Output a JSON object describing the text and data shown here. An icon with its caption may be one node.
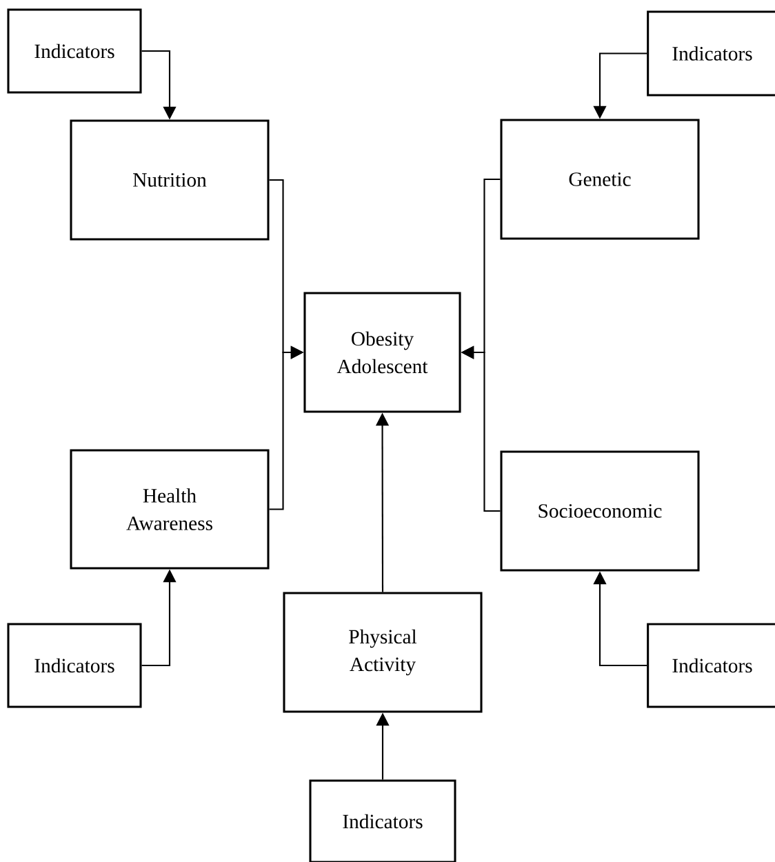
{
  "diagram": {
    "nodes": [
      {
        "text": [
          "Indicators"
        ]
      },
      {
        "text": [
          "Indicators"
        ]
      },
      {
        "text": [
          "Nutrition"
        ]
      },
      {
        "text": [
          "Genetic"
        ]
      },
      {
        "text": [
          "Obesity Adolescent"
        ]
      },
      {
        "text": [
          "Health Awareness"
        ]
      },
      {
        "text": [
          "Socioeconomic"
        ]
      },
      {
        "text": [
          "Indicators"
        ]
      },
      {
        "text": [
          "Physical Activity"
        ]
      },
      {
        "text": [
          "Indicators"
        ]
      },
      {
        "text": [
          "Indicators"
        ]
      }
    ],
    "edges": [
      {
        "from": 0,
        "to": 2,
        "arrow": "to"
      },
      {
        "from": 1,
        "to": 3,
        "arrow": "to"
      },
      {
        "from": 2,
        "to": 4,
        "arrow": "to"
      },
      {
        "from": 5,
        "to": 4,
        "arrow": "to"
      },
      {
        "from": 3,
        "to": 4,
        "arrow": "to"
      },
      {
        "from": 6,
        "to": 4,
        "arrow": "to"
      },
      {
        "from": 8,
        "to": 4,
        "arrow": "to"
      },
      {
        "from": 7,
        "to": 5,
        "arrow": "to"
      },
      {
        "from": 9,
        "to": 6,
        "arrow": "to"
      },
      {
        "from": 10,
        "to": 8,
        "arrow": "to"
      }
    ]
  }
}
